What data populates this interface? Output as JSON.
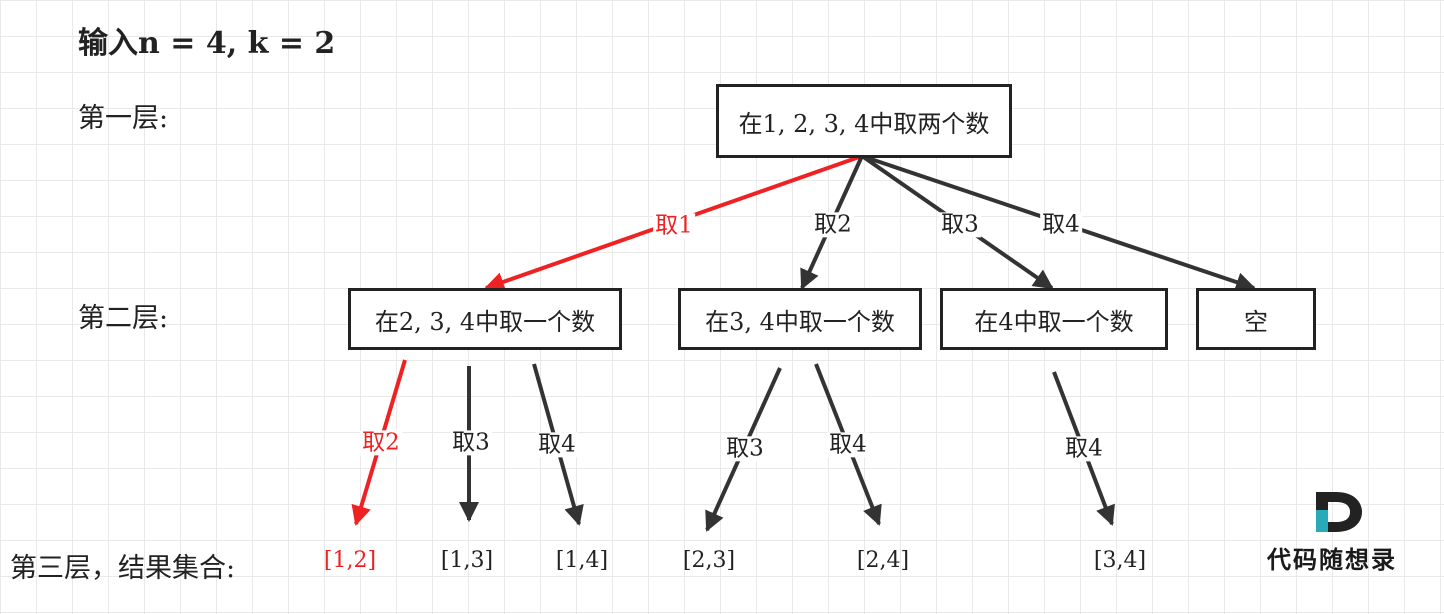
{
  "title": "输入n = 4, k = 2",
  "layers": {
    "first": "第一层:",
    "second": "第二层:",
    "third": "第三层，结果集合:"
  },
  "nodes": {
    "root": "在1, 2, 3, 4中取两个数",
    "n234": "在2, 3, 4中取一个数",
    "n34": "在3, 4中取一个数",
    "n4": "在4中取一个数",
    "empty": "空"
  },
  "edge_labels": {
    "root_to_n234": "取1",
    "root_to_n34": "取2",
    "root_to_n4": "取3",
    "root_to_empty": "取4",
    "n234_to_12": "取2",
    "n234_to_13": "取3",
    "n234_to_14": "取4",
    "n34_to_23": "取3",
    "n34_to_24": "取4",
    "n4_to_34": "取4"
  },
  "results": {
    "r12": "[1,2]",
    "r13": "[1,3]",
    "r14": "[1,4]",
    "r23": "[2,3]",
    "r24": "[2,4]",
    "r34": "[3,4]"
  },
  "logo": {
    "text": "代码随想录"
  },
  "colors": {
    "highlight": "#ee2222",
    "normal": "#222222",
    "logo_accent": "#2aa9b8"
  }
}
